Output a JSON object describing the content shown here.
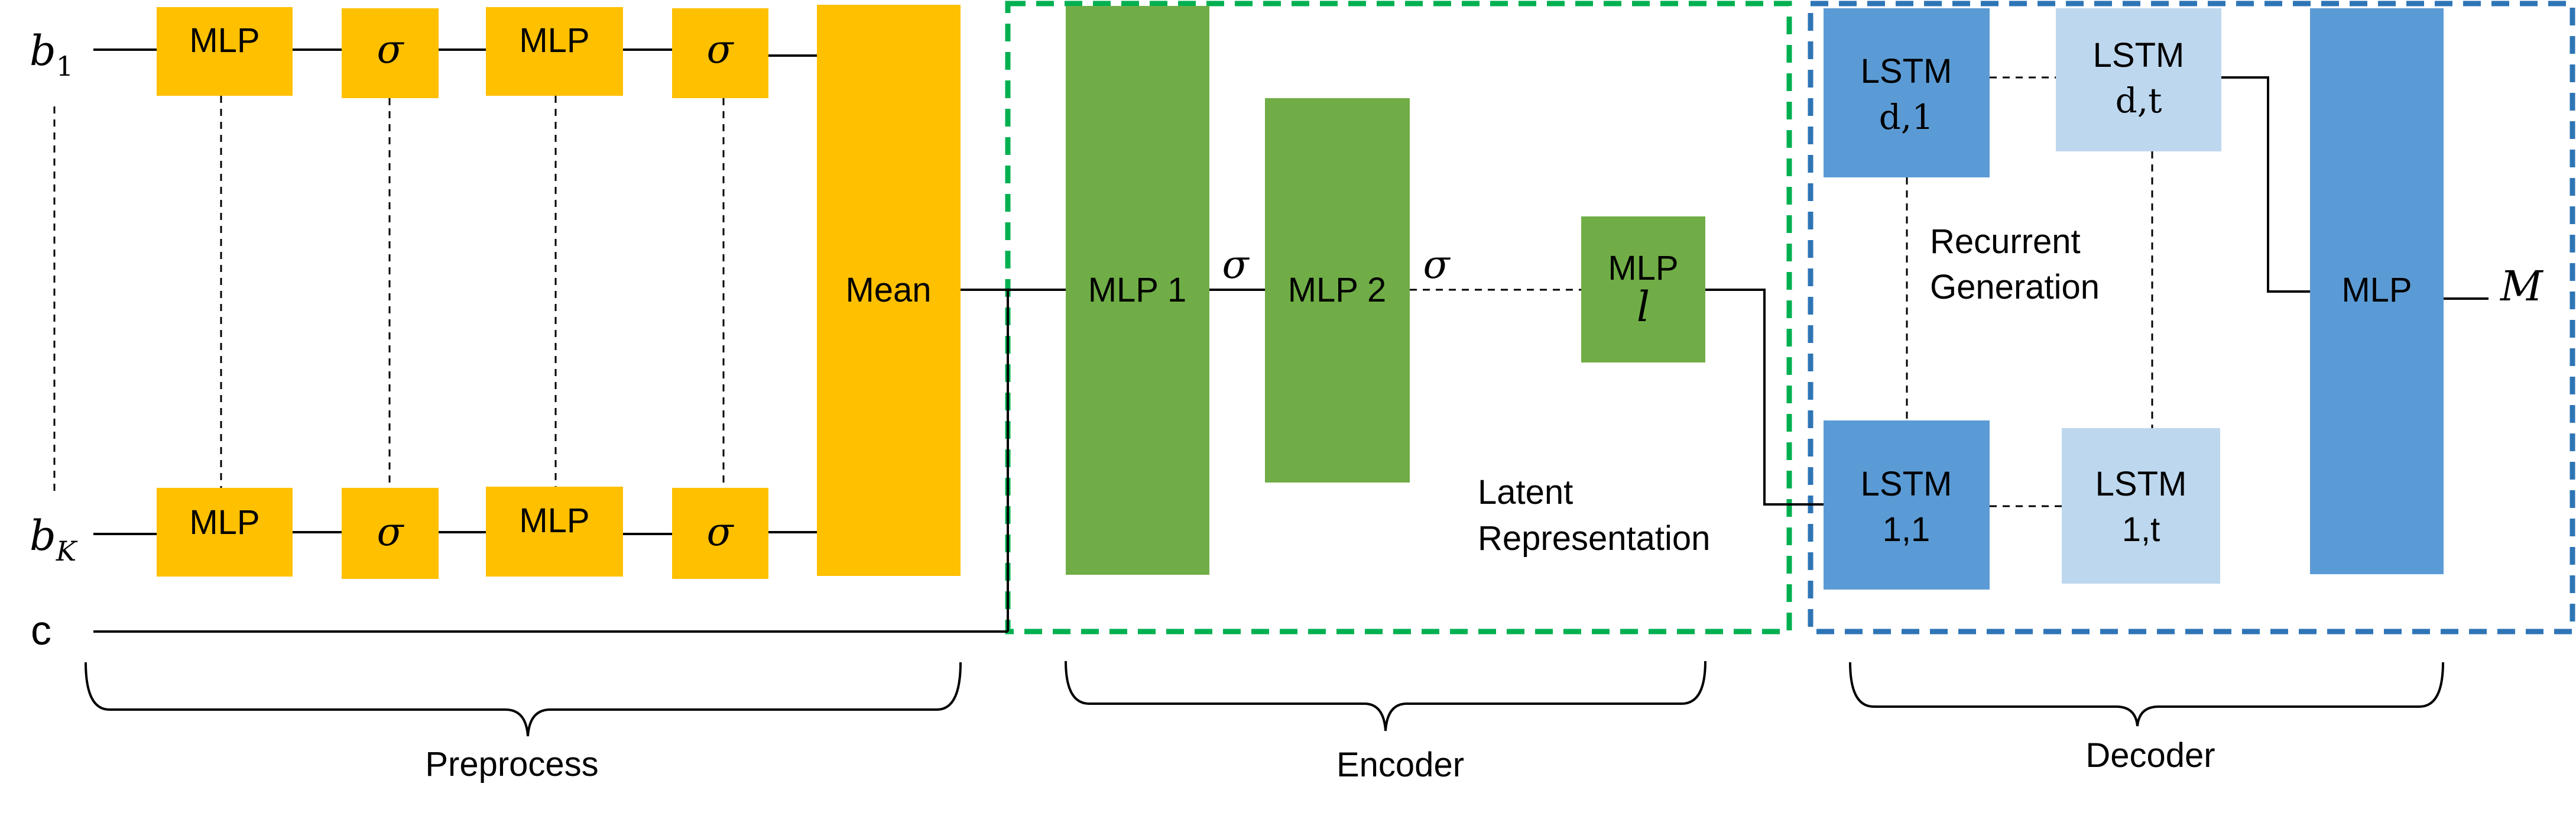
{
  "colors": {
    "preprocess": "#FFC000",
    "encoder": "#70AD47",
    "decoder_dark": "#5B9BD5",
    "decoder_light": "#BDD7EE",
    "encoder_frame": "#00B050",
    "decoder_frame": "#2E75B6"
  },
  "inputs": {
    "b1_base": "b",
    "b1_sub": "1",
    "bK_base": "b",
    "bK_sub": "K",
    "c": "c"
  },
  "preprocess": {
    "mlp": "MLP",
    "sigma": "σ",
    "mean": "Mean",
    "section_label": "Preprocess"
  },
  "encoder": {
    "mlp1": "MLP 1",
    "mlp2": "MLP 2",
    "sigma": "σ",
    "mlpl_top": "MLP",
    "mlpl_bottom": "l",
    "latent_line1": "Latent",
    "latent_line2": "Representation",
    "section_label": "Encoder"
  },
  "decoder": {
    "lstm": "LSTM",
    "lstm_d1_idx": "d,1",
    "lstm_dt_idx": "d,t",
    "lstm_11_idx": "1,1",
    "lstm_1t_idx": "1,t",
    "recurrent_line1": "Recurrent",
    "recurrent_line2": "Generation",
    "mlp": "MLP",
    "output": "M",
    "section_label": "Decoder"
  }
}
